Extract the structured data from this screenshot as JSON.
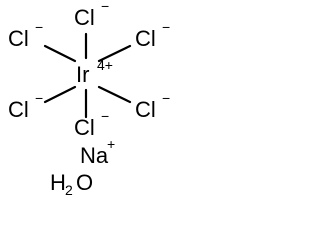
{
  "molecule": {
    "center": {
      "element": "Ir",
      "charge": "4+"
    },
    "ligands": [
      {
        "element": "Cl",
        "charge": "−"
      },
      {
        "element": "Cl",
        "charge": "−"
      },
      {
        "element": "Cl",
        "charge": "−"
      },
      {
        "element": "Cl",
        "charge": "−"
      },
      {
        "element": "Cl",
        "charge": "−"
      },
      {
        "element": "Cl",
        "charge": "−"
      }
    ],
    "counterion": {
      "element": "Na",
      "charge": "+"
    },
    "water": {
      "h": "H",
      "sub": "2",
      "o": "O"
    }
  }
}
